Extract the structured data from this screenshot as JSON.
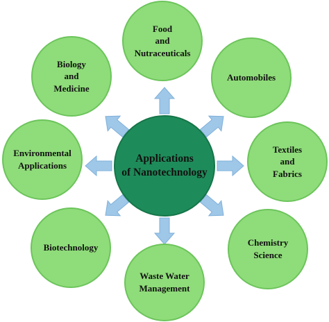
{
  "center": {
    "label": "Applications\nof Nanotechnology"
  },
  "nodes": {
    "food": "Food\nand\nNutraceuticals",
    "automobiles": "Automobiles",
    "textiles": "Textiles\nand\nFabrics",
    "chemistry": "Chemistry\nScience",
    "wastewater": "Waste Water\nManagement",
    "biotechnology": "Biotechnology",
    "environmental": "Environmental\nApplications",
    "biology": "Biology\nand\nMedicine"
  },
  "colors": {
    "outer_fill": "#8fdc7a",
    "center_fill": "#1e8c5a",
    "arrow_fill": "#9fc7e8",
    "arrow_stroke": "#7fb0da"
  }
}
